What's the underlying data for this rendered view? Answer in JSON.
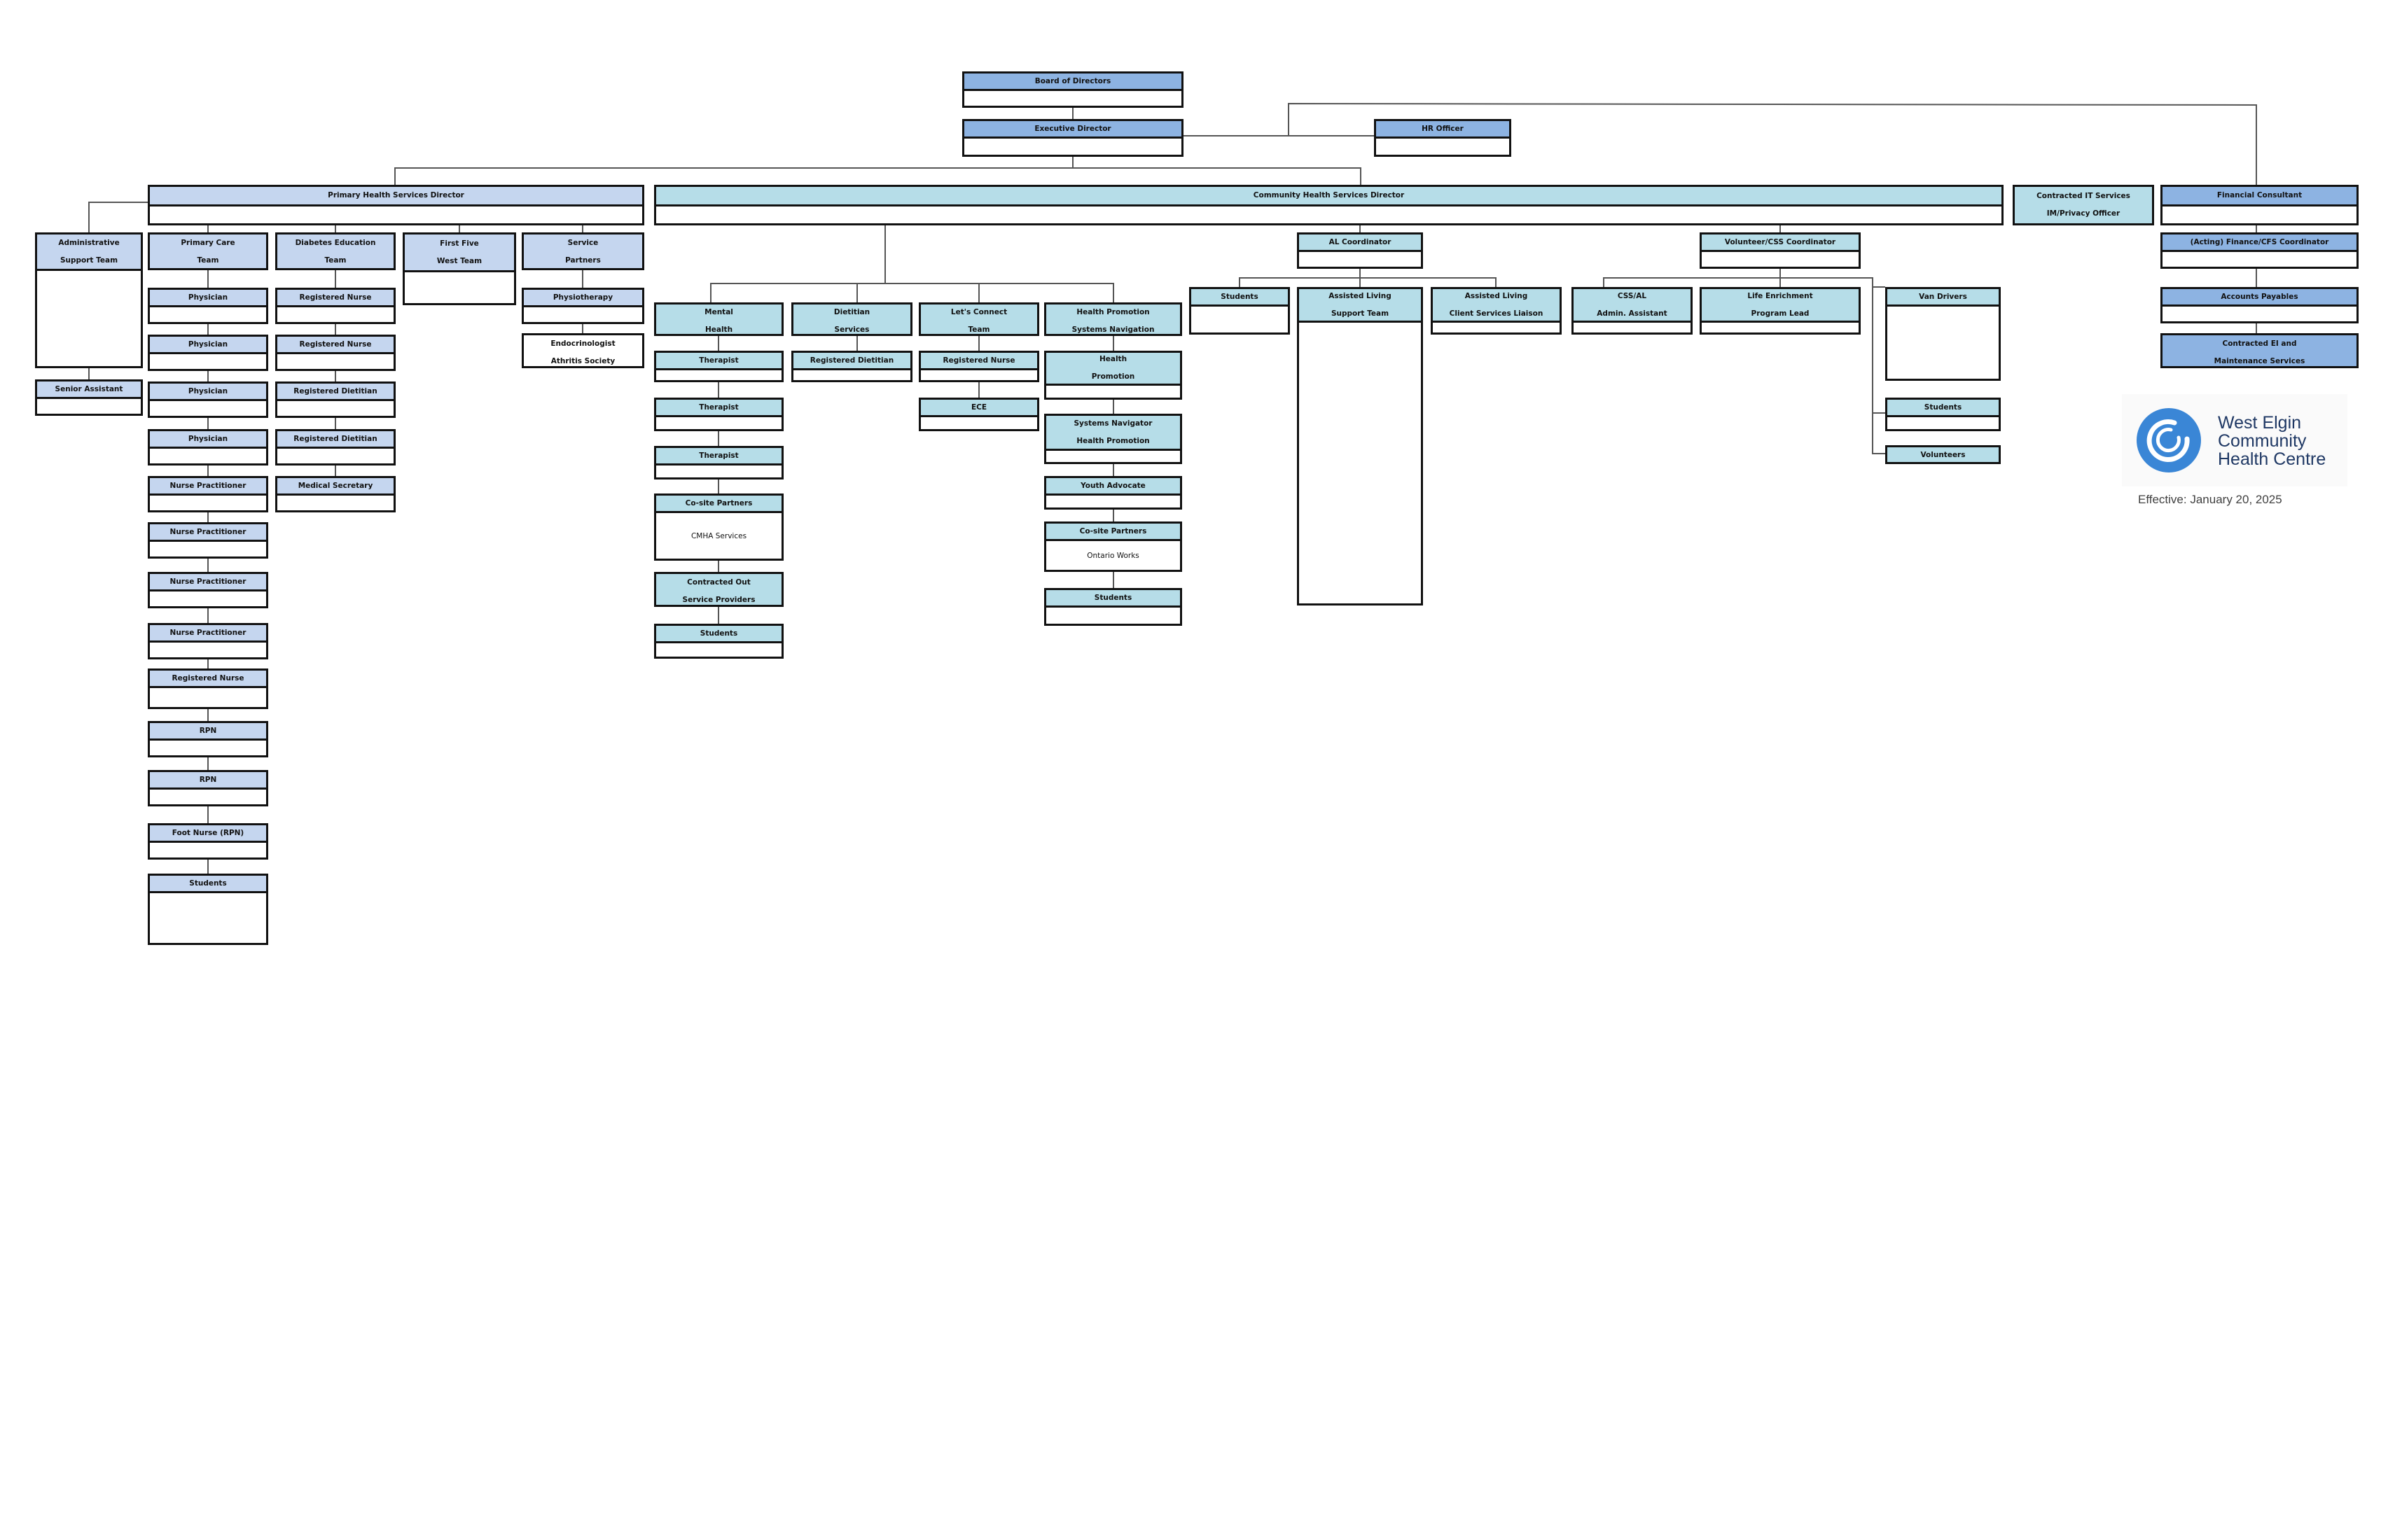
{
  "org": {
    "board": "Board of Directors",
    "ed": "Executive Director",
    "hr": "HR Officer",
    "phs": "Primary Health Services Director",
    "chs": "Community Health Services Director",
    "it": "Contracted IT Services\nIM/Privacy Officer",
    "fin": "Financial Consultant",
    "admin": "Administrative\nSupport Team",
    "senior": "Senior Assistant",
    "pct": "Primary Care\nTeam",
    "diab": "Diabetes Education\nTeam",
    "firstfive": "First Five\nWest Team",
    "service": "Service\nPartners",
    "physician": "Physician",
    "np": "Nurse Practitioner",
    "rn": "Registered Nurse",
    "rpn": "RPN",
    "foot": "Foot Nurse (RPN)",
    "students": "Students",
    "rd": "Registered Dietitian",
    "medsec": "Medical Secretary",
    "physio": "Physiotherapy",
    "endo": "Endocrinologist\nAthritis Society",
    "mental": "Mental\nHealth",
    "therapist": "Therapist",
    "colocate": "Co-site Partners",
    "cmha": "CMHA Services",
    "contracted": "Contracted Out\nService Providers",
    "dietitian_services": "Dietitian\nServices",
    "rd_plural": "Registered Dietitian",
    "letsconnect": "Let's Connect\nTeam",
    "ece": "ECE",
    "hpsn": "Health Promotion\nSystems Navigation",
    "hp": "Health\nPromotion",
    "sn_hp": "Systems Navigator\nHealth Promotion",
    "youth": "Youth Advocate",
    "ontario_works": "Ontario Works",
    "al_coord": "AL Coordinator",
    "al_support": "Assisted Living\nSupport Team",
    "al_liaison": "Assisted Living\nClient Services Liaison",
    "vol_coord": "Volunteer/CSS Coordinator",
    "css_al": "CSS/AL\nAdmin. Assistant",
    "life": "Life Enrichment\nProgram Lead",
    "van": "Van Drivers",
    "volunteers": "Volunteers",
    "fin_coord": "(Acting) Finance/CFS Coordinator",
    "ap": "Accounts Payables",
    "ei": "Contracted EI and\nMaintenance Services"
  },
  "colors": {
    "dark": "#8db3e2",
    "lavender": "#c5d6ef",
    "cyan": "#b6dde8",
    "logo_blue": "#3a86d6"
  },
  "logo": {
    "line1": "West Elgin",
    "line2": "Community",
    "line3": "Health Centre"
  },
  "effective": "Effective: January 20, 2025"
}
